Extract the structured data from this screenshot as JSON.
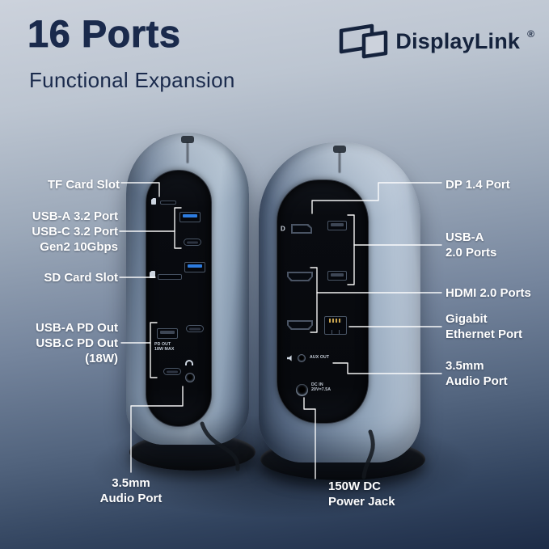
{
  "header": {
    "title": "16 Ports",
    "subtitle": "Functional Expansion"
  },
  "brand": {
    "name": "DisplayLink",
    "registered": "®"
  },
  "callouts": {
    "left": [
      {
        "id": "tf",
        "lines": [
          "TF Card Slot"
        ]
      },
      {
        "id": "usb32",
        "lines": [
          "USB-A 3.2 Port",
          "USB-C 3.2 Port",
          "Gen2 10Gbps"
        ]
      },
      {
        "id": "sd",
        "lines": [
          "SD Card Slot"
        ]
      },
      {
        "id": "pd",
        "lines": [
          "USB-A PD Out",
          "USB.C PD Out",
          "(18W)"
        ]
      }
    ],
    "right": [
      {
        "id": "dp",
        "lines": [
          "DP 1.4 Port"
        ]
      },
      {
        "id": "usb20",
        "lines": [
          "USB-A",
          "2.0 Ports"
        ]
      },
      {
        "id": "hdmi",
        "lines": [
          "HDMI 2.0 Ports"
        ]
      },
      {
        "id": "eth",
        "lines": [
          "Gigabit",
          "Ethernet Port"
        ]
      },
      {
        "id": "audio",
        "lines": [
          "3.5mm",
          "Audio Port"
        ]
      }
    ],
    "bottom_left": {
      "lines": [
        "3.5mm",
        "Audio Port"
      ]
    },
    "bottom_right": {
      "lines": [
        "150W DC",
        "Power Jack"
      ]
    }
  },
  "device_prints": {
    "dp_logo": "D",
    "pd_out": [
      "PD OUT",
      "18W MAX"
    ],
    "aux_out": "AUX OUT",
    "dc_in": [
      "DC IN",
      "20V=7.5A"
    ]
  },
  "colors": {
    "headline": "#1a2a4c",
    "callout_text": "#ffffff",
    "usb3_blue": "#2d7ce0",
    "tower_steel": "#8ea1b6",
    "background_top": "#ccd2dc",
    "background_bottom": "#1d2c47"
  }
}
